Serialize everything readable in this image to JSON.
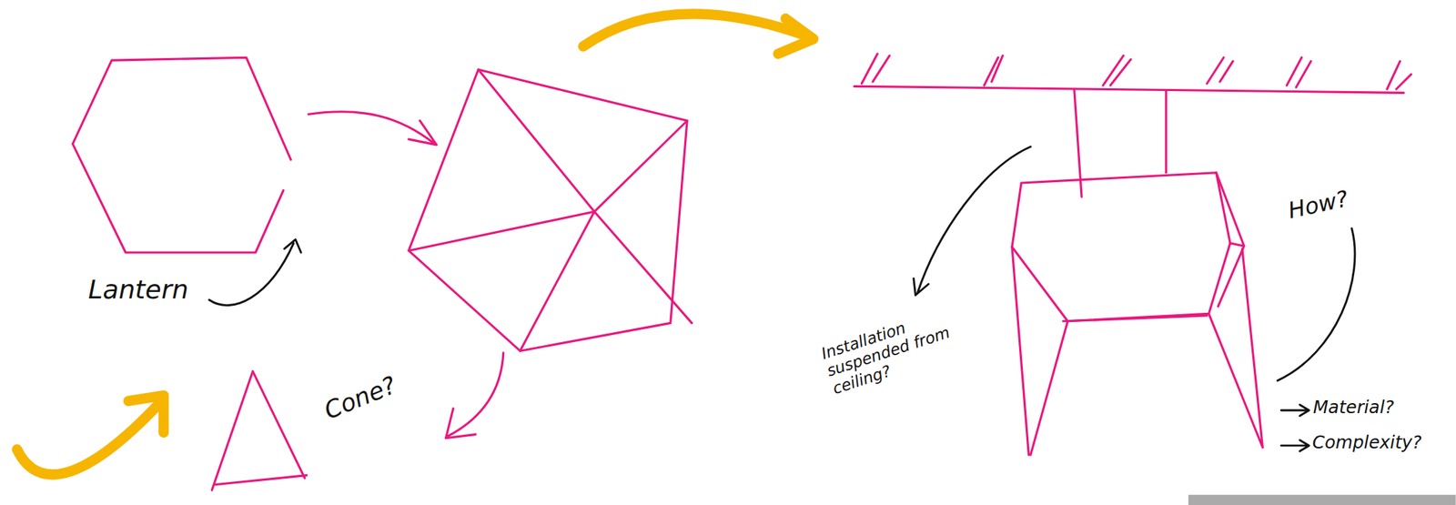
{
  "diagram": {
    "labels": [
      "Lantern",
      "Cone?",
      "Installation suspended from ceiling?",
      "How?",
      "Material?",
      "Complexity?"
    ]
  }
}
